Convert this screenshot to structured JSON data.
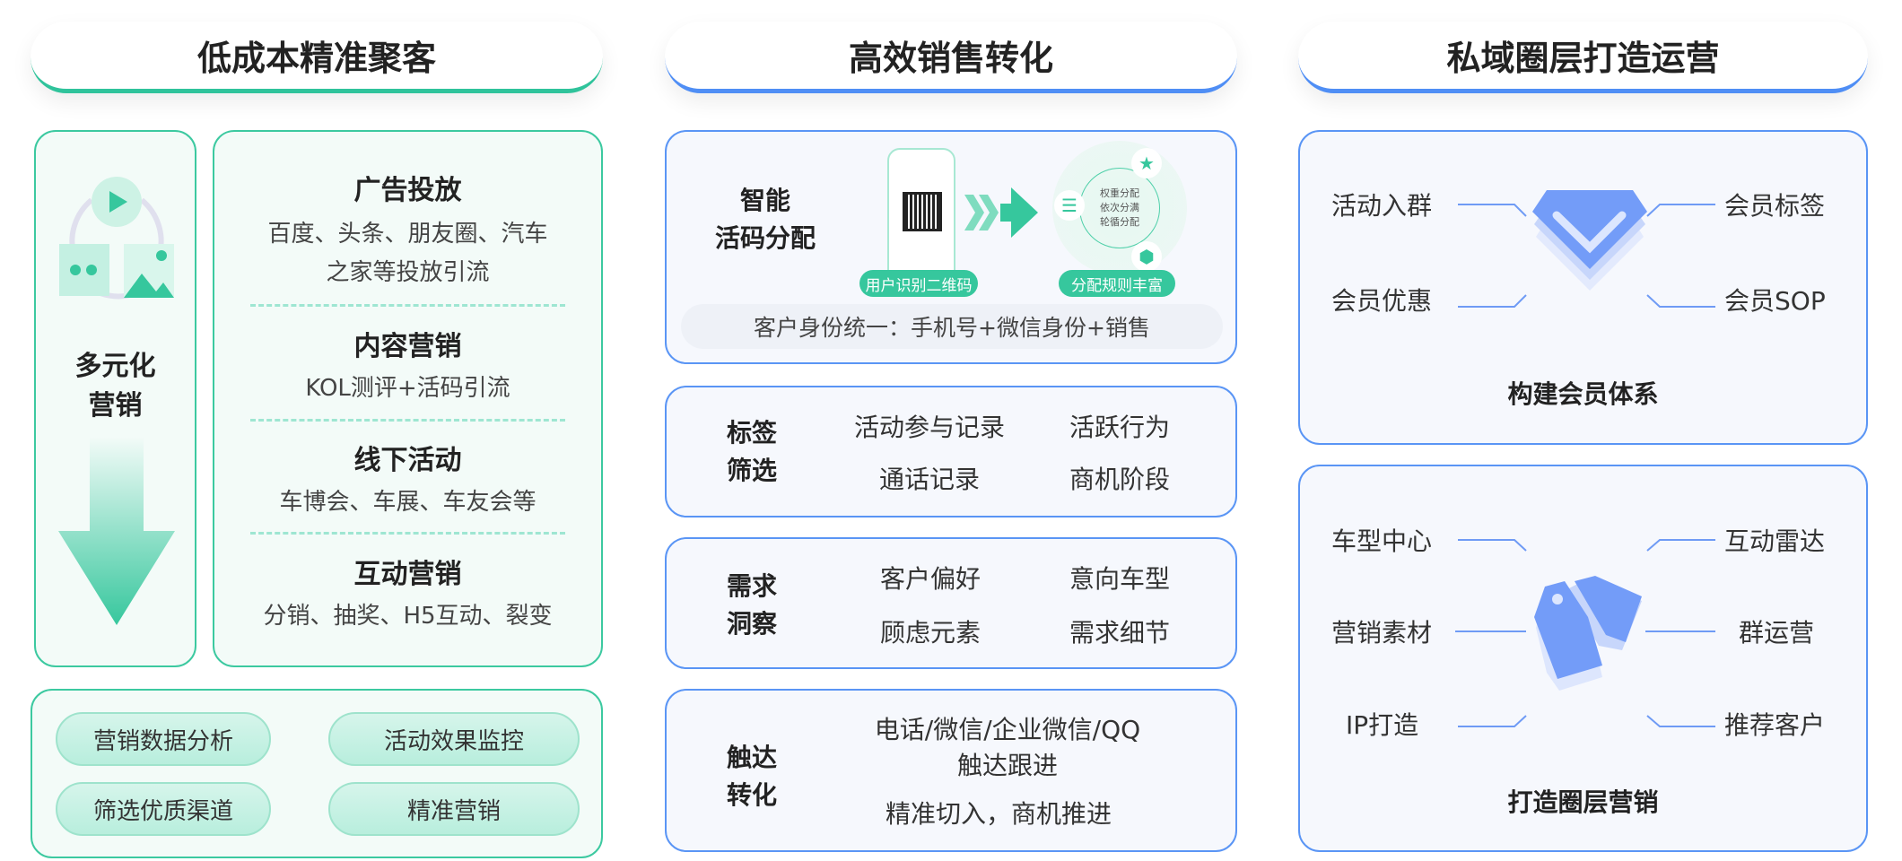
{
  "columns": [
    {
      "title": "低成本精准聚客",
      "left_panel": {
        "label_line1": "多元化",
        "label_line2": "营销"
      },
      "channels": [
        {
          "title": "广告投放",
          "desc_line1": "百度、头条、朋友圈、汽车",
          "desc_line2": "之家等投放引流"
        },
        {
          "title": "内容营销",
          "desc": "KOL测评+活码引流"
        },
        {
          "title": "线下活动",
          "desc": "车博会、车展、车友会等"
        },
        {
          "title": "互动营销",
          "desc": "分销、抽奖、H5互动、裂变"
        }
      ],
      "pills": [
        "营销数据分析",
        "活动效果监控",
        "筛选优质渠道",
        "精准营销"
      ]
    },
    {
      "title": "高效销售转化",
      "smart": {
        "label_line1": "智能",
        "label_line2": "活码分配",
        "tag_left": "用户识别二维码",
        "tag_right": "分配规则丰富",
        "rules": [
          "权重分配",
          "依次分满",
          "轮循分配"
        ],
        "identity": "客户身份统一：手机号+微信身份+销售"
      },
      "tags": {
        "label_line1": "标签",
        "label_line2": "筛选",
        "items": [
          "活动参与记录",
          "活跃行为",
          "通话记录",
          "商机阶段"
        ]
      },
      "insight": {
        "label_line1": "需求",
        "label_line2": "洞察",
        "items": [
          "客户偏好",
          "意向车型",
          "顾虑元素",
          "需求细节"
        ]
      },
      "reach": {
        "label_line1": "触达",
        "label_line2": "转化",
        "lines": [
          "电话/微信/企业微信/QQ",
          "触达跟进",
          "精准切入，商机推进"
        ]
      }
    },
    {
      "title": "私域圈层打造运营",
      "member": {
        "left": [
          "活动入群",
          "会员优惠"
        ],
        "right": [
          "会员标签",
          "会员SOP"
        ],
        "caption": "构建会员体系"
      },
      "circle": {
        "left": [
          "车型中心",
          "营销素材",
          "IP打造"
        ],
        "right": [
          "互动雷达",
          "群运营",
          "推荐客户"
        ],
        "caption": "打造圈层营销"
      }
    }
  ],
  "colors": {
    "green": "#2fc39b",
    "blue": "#4f8ef5",
    "icon_blue": "#739cf8"
  }
}
